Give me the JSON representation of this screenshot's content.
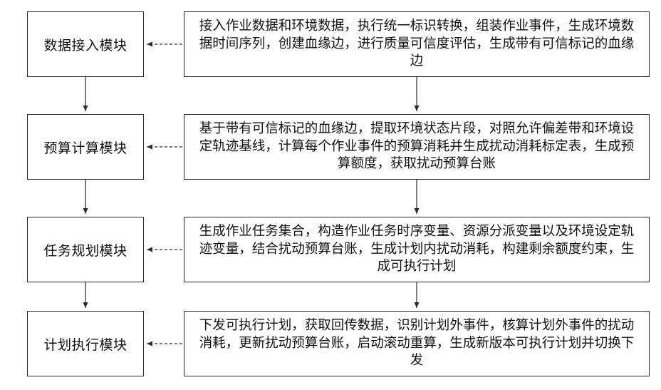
{
  "rows": [
    {
      "module": "数据接入模块",
      "description": "接入作业数据和环境数据，执行统一标识转换，组装作业事件，生成环境数据时间序列，创建血缘边，进行质量可信度评估，生成带有可信标记的血缘边"
    },
    {
      "module": "预算计算模块",
      "description": "基于带有可信标记的血缘边，提取环境状态片段，对照允许偏差带和环境设定轨迹基线，计算每个作业事件的预算消耗并生成扰动消耗标定表，生成预算额度，获取扰动预算台账"
    },
    {
      "module": "任务规划模块",
      "description": "生成作业任务集合，构造作业任务时序变量、资源分派变量以及环境设定轨迹变量，结合扰动预算台账，生成计划内扰动消耗，构建剩余额度约束，生成可执行计划"
    },
    {
      "module": "计划执行模块",
      "description": "下发可执行计划，获取回传数据，识别计划外事件，核算计划外事件的扰动消耗，更新扰动预算台账，启动滚动重算，生成新版本可执行计划并切换下发"
    }
  ],
  "colors": {
    "line": "#2a2a2a",
    "text": "#111111",
    "background": "#ffffff"
  }
}
